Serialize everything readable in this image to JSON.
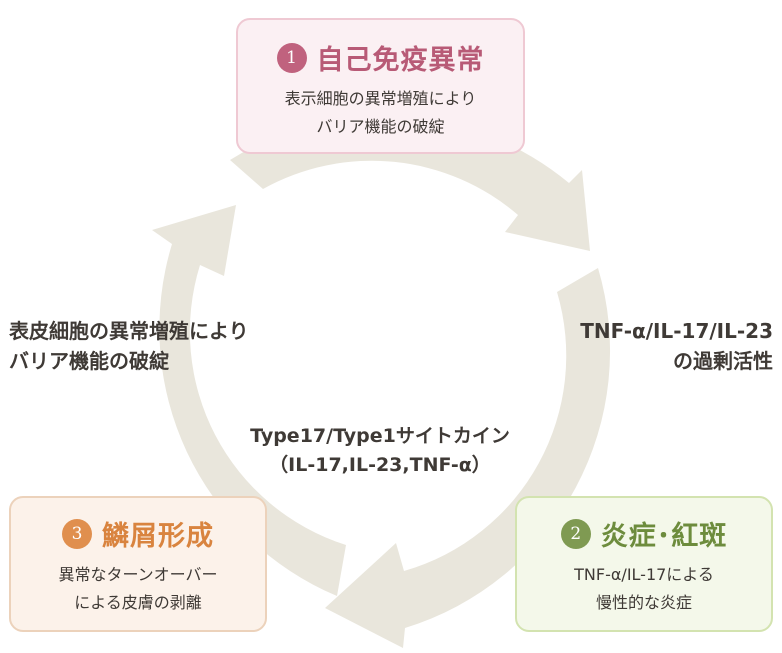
{
  "colors": {
    "cycle": "#e9e6dc",
    "step1": "#c0627e",
    "step2": "#7f9a52",
    "step3": "#e08f4e"
  },
  "steps": [
    {
      "number": "1",
      "title": "自己免疫異常",
      "desc_line1": "表示細胞の異常増殖により",
      "desc_line2": "バリア機能の破綻"
    },
    {
      "number": "2",
      "title": "炎症･紅斑",
      "desc_line1": "TNF-α/IL-17による",
      "desc_line2": "慢性的な炎症"
    },
    {
      "number": "3",
      "title": "鱗屑形成",
      "desc_line1": "異常なターンオーバー",
      "desc_line2": "による皮膚の剥離"
    }
  ],
  "left_label": {
    "line1": "表皮細胞の異常増殖により",
    "line2": "バリア機能の破綻"
  },
  "right_label": {
    "line1": "TNF-α/IL-17/IL-23",
    "line2": "の過剰活性"
  },
  "center_label": {
    "line1": "Type17/Type1サイトカイン",
    "line2": "（IL-17,IL-23,TNF-α）"
  }
}
